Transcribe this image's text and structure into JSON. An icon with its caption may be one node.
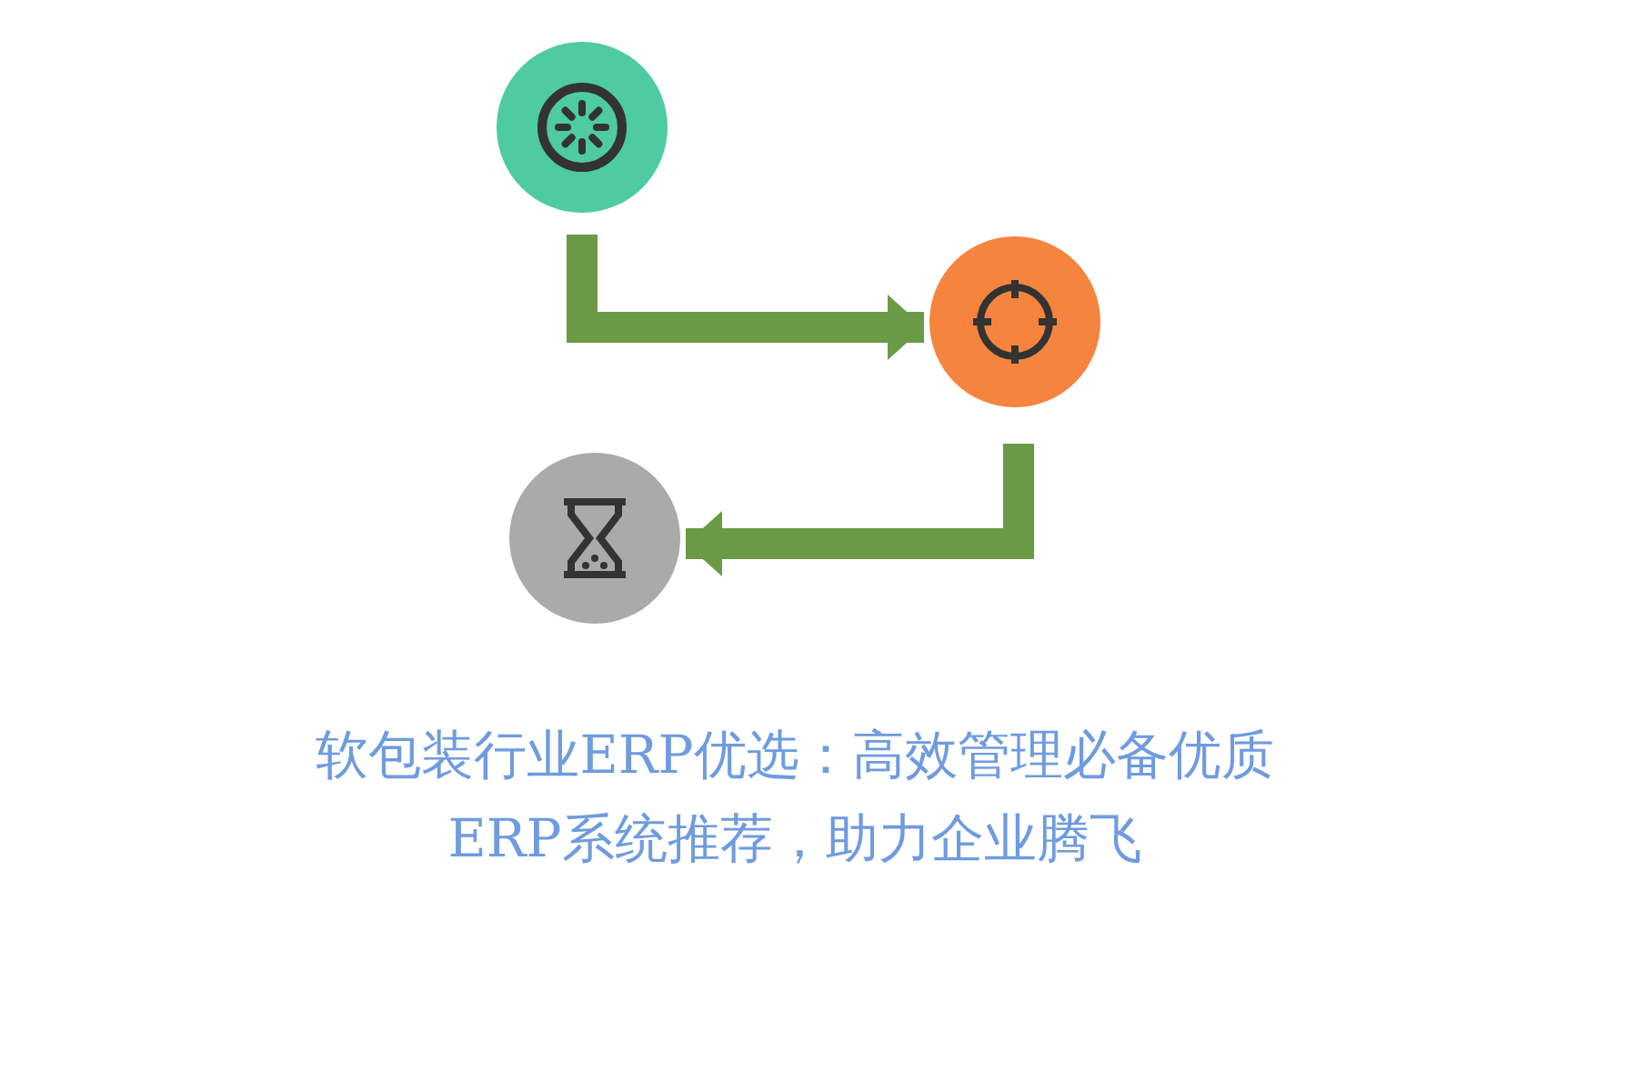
{
  "diagram": {
    "title": "软包装行业ERP优选：高效管理必备优质ERP系统推荐，助力企业腾飞",
    "nodes": [
      {
        "text": [],
        "shape": "circle"
      },
      {
        "text": [],
        "shape": "circle"
      },
      {
        "text": [],
        "shape": "circle"
      }
    ],
    "edges": [
      {
        "from": 0,
        "to": 1,
        "arrow": "to"
      },
      {
        "from": 1,
        "to": 2,
        "arrow": "to"
      }
    ]
  }
}
